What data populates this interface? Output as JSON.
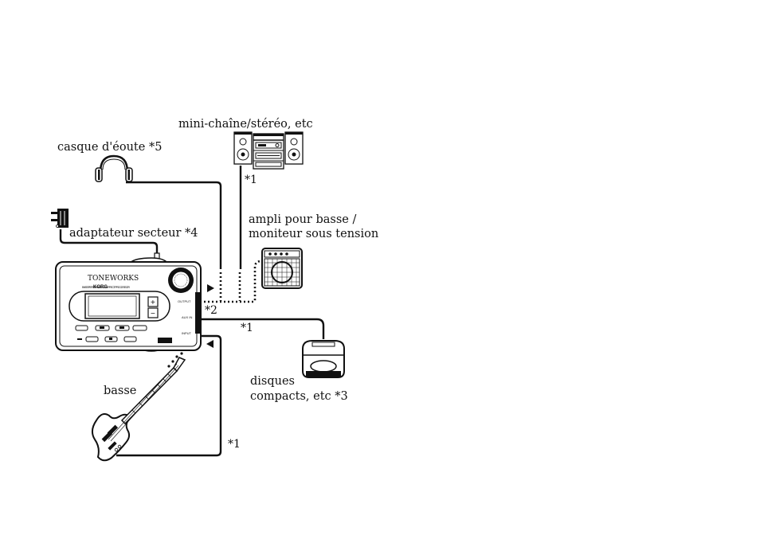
{
  "labels": {
    "stereo": "mini-chaîne/stéréo, etc",
    "headphones": "casque d'éoute *5",
    "adapter": "adaptateur secteur *4",
    "amp_line1": "ampli pour basse /",
    "amp_line2": "moniteur sous tension",
    "cd_line1": "disques",
    "cd_line2": "compacts, etc *3",
    "bass": "basse"
  },
  "notes": {
    "stereo_cable": "*1",
    "output": "*2",
    "cd_cable": "*1",
    "bass_cable": "*1"
  },
  "device": {
    "brand": "TONEWORKS",
    "logo": "KORG",
    "model": "BASS PERSONAL MULTI EFFECT PROCESSOR",
    "plus": "+",
    "minus": "−",
    "jack_output": "OUTPUT",
    "jack_aux": "AUX IN",
    "jack_input": "INPUT"
  }
}
